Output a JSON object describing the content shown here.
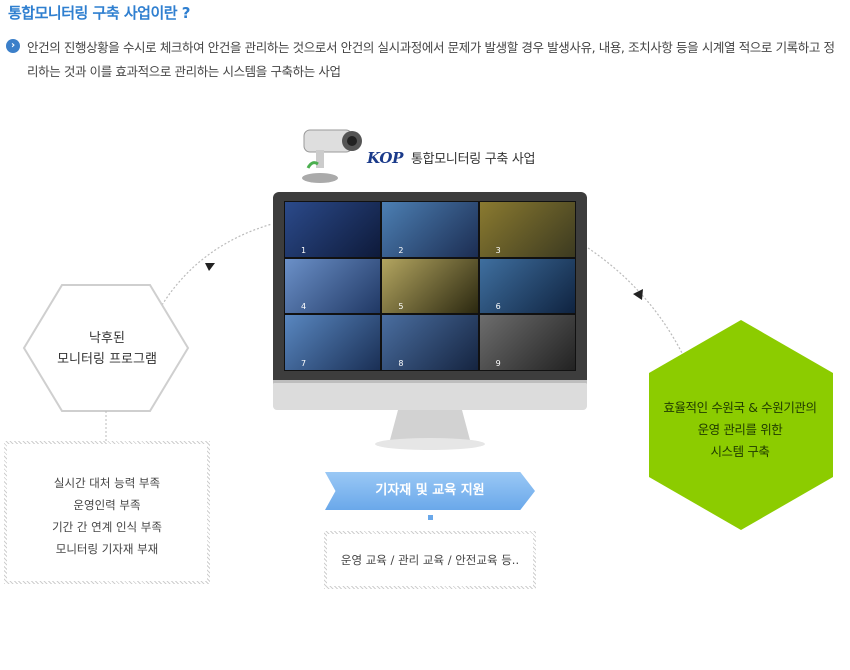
{
  "title": "통합모니터링 구축 사업이란 ?",
  "description": "안건의 진행상황을 수시로 체크하여 안건을 관리하는 것으로서 안건의 실시과정에서 문제가 발생할 경우 발생사유, 내용, 조치사항 등을 시계열 적으로 기록하고 정리하는 것과 이를 효과적으로 관리하는 시스템을 구축하는 사업",
  "center": {
    "logo": "KOP",
    "title": "통합모니터링 구축 사업",
    "camera_icon": "cctv-camera-icon",
    "screen_labels": [
      "1",
      "2",
      "3",
      "4",
      "5",
      "6",
      "7",
      "8",
      "9"
    ]
  },
  "left": {
    "hex_line1": "낙후된",
    "hex_line2": "모니터링 프로그램",
    "items": [
      "실시간 대처 능력 부족",
      "운영인력 부족",
      "기간 간 연계 인식 부족",
      "모니터링 기자재 부재"
    ]
  },
  "right": {
    "line1": "효율적인 수원국 & 수원기관의",
    "line2": "운영 관리를 위한",
    "line3": "시스템 구축",
    "color": "#8ccc00"
  },
  "support": {
    "label": "기자재 및 교육 지원",
    "detail": "운영 교육 / 관리 교육 / 안전교육 등.."
  }
}
